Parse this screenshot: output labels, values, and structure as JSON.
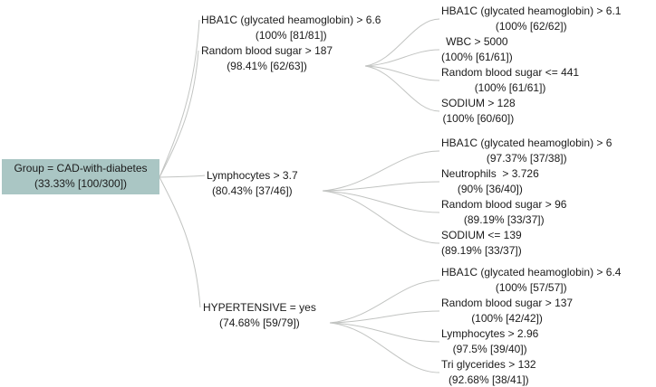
{
  "diagram": {
    "root": {
      "label": "Group = CAD-with-diabetes",
      "stat": "(33.33% [100/300])"
    },
    "level1": [
      {
        "rules": [
          {
            "condition": "HBA1C (glycated heamoglobin) > 6.6",
            "stat": "(100% [81/81])"
          },
          {
            "condition": "Random blood sugar > 187",
            "stat": "(98.41% [62/63])"
          }
        ]
      },
      {
        "rules": [
          {
            "condition": "Lymphocytes > 3.7",
            "stat": "(80.43% [37/46])"
          }
        ]
      },
      {
        "rules": [
          {
            "condition": "HYPERTENSIVE = yes",
            "stat": "(74.68% [59/79])"
          }
        ]
      }
    ],
    "level2": [
      {
        "rules": [
          {
            "condition": "HBA1C (glycated heamoglobin) > 6.1",
            "stat": "(100% [62/62])"
          },
          {
            "condition": "WBC > 5000",
            "stat": "(100% [61/61])"
          },
          {
            "condition": "Random blood sugar <= 441",
            "stat": "(100% [61/61])"
          },
          {
            "condition": "SODIUM > 128",
            "stat": "(100% [60/60])"
          }
        ]
      },
      {
        "rules": [
          {
            "condition": "HBA1C (glycated heamoglobin) > 6",
            "stat": "(97.37% [37/38])"
          },
          {
            "condition": "Neutrophils  > 3.726",
            "stat": "(90% [36/40])"
          },
          {
            "condition": "Random blood sugar > 96",
            "stat": "(89.19% [33/37])"
          },
          {
            "condition": "SODIUM <= 139",
            "stat": "(89.19% [33/37])"
          }
        ]
      },
      {
        "rules": [
          {
            "condition": "HBA1C (glycated heamoglobin) > 6.4",
            "stat": "(100% [57/57])"
          },
          {
            "condition": "Random blood sugar > 137",
            "stat": "(100% [42/42])"
          },
          {
            "condition": "Lymphocytes > 2.96",
            "stat": "(97.5% [39/40])"
          },
          {
            "condition": "Tri glycerides > 132",
            "stat": "(92.68% [38/41])"
          }
        ]
      }
    ],
    "colors": {
      "root_bg": "#aac6c4",
      "edge": "#c2c4c2",
      "text": "#1b1b1b",
      "background": "#ffffff"
    }
  }
}
